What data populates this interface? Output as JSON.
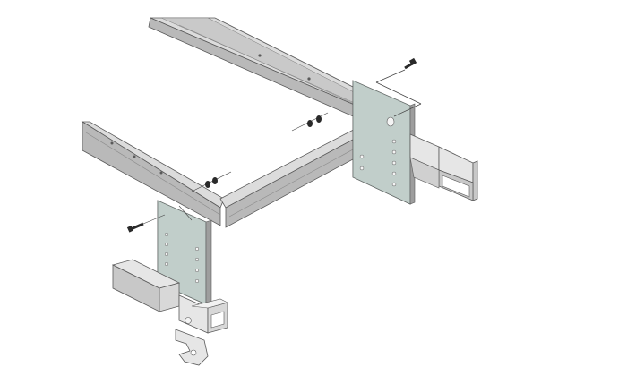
{
  "diagram": {
    "kind": "exploded assembly illustration",
    "colors": {
      "background": "#ffffff",
      "frame_top": "#dcdcdc",
      "frame_side": "#b9b9b9",
      "frame_inner": "#9e9e9e",
      "edge": "#5a5a5a",
      "plate_face": "#d4d4d4",
      "plate_tint": "#9fc2b6",
      "hole": "#f4f4f4",
      "bolt": "#2a2a2a",
      "leader": "#444444",
      "bracket_face": "#e6e6e6",
      "bracket_side": "#c8c8c8"
    },
    "parts": [
      {
        "id": "side-rail",
        "icon": "rectangular-tube"
      },
      {
        "id": "cross-member",
        "icon": "rectangular-tube"
      },
      {
        "id": "front-rail",
        "icon": "rectangular-tube"
      },
      {
        "id": "mounting-plate-left",
        "icon": "perforated-plate"
      },
      {
        "id": "mounting-plate-right",
        "icon": "perforated-plate"
      },
      {
        "id": "bracket-left",
        "icon": "square-tube-bracket"
      },
      {
        "id": "bracket-right",
        "icon": "square-tube-bracket"
      },
      {
        "id": "bolt-upper",
        "icon": "hex-bolt"
      },
      {
        "id": "bolt-left",
        "icon": "hex-bolt"
      },
      {
        "id": "washer-set-middle",
        "icon": "washer-nut"
      },
      {
        "id": "washer-set-left",
        "icon": "washer-nut"
      }
    ]
  }
}
